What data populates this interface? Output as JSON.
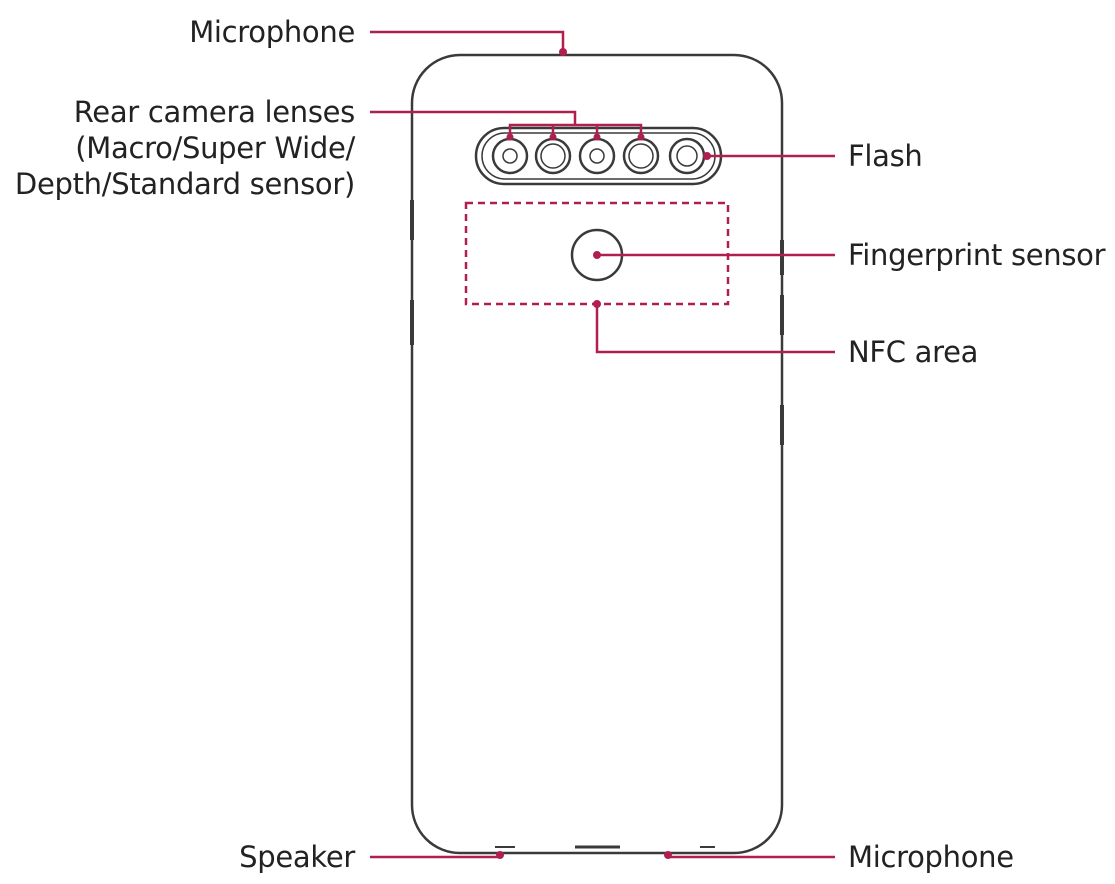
{
  "diagram": {
    "colors": {
      "outline": "#3a3a3a",
      "callout": "#b0204e"
    },
    "labels": {
      "microphone_top": "Microphone",
      "rear_camera_line1": "Rear camera lenses",
      "rear_camera_line2": "(Macro/Super Wide/",
      "rear_camera_line3": "Depth/Standard sensor)",
      "flash": "Flash",
      "fingerprint": "Fingerprint sensor",
      "nfc": "NFC area",
      "speaker": "Speaker",
      "microphone_bottom": "Microphone"
    }
  }
}
